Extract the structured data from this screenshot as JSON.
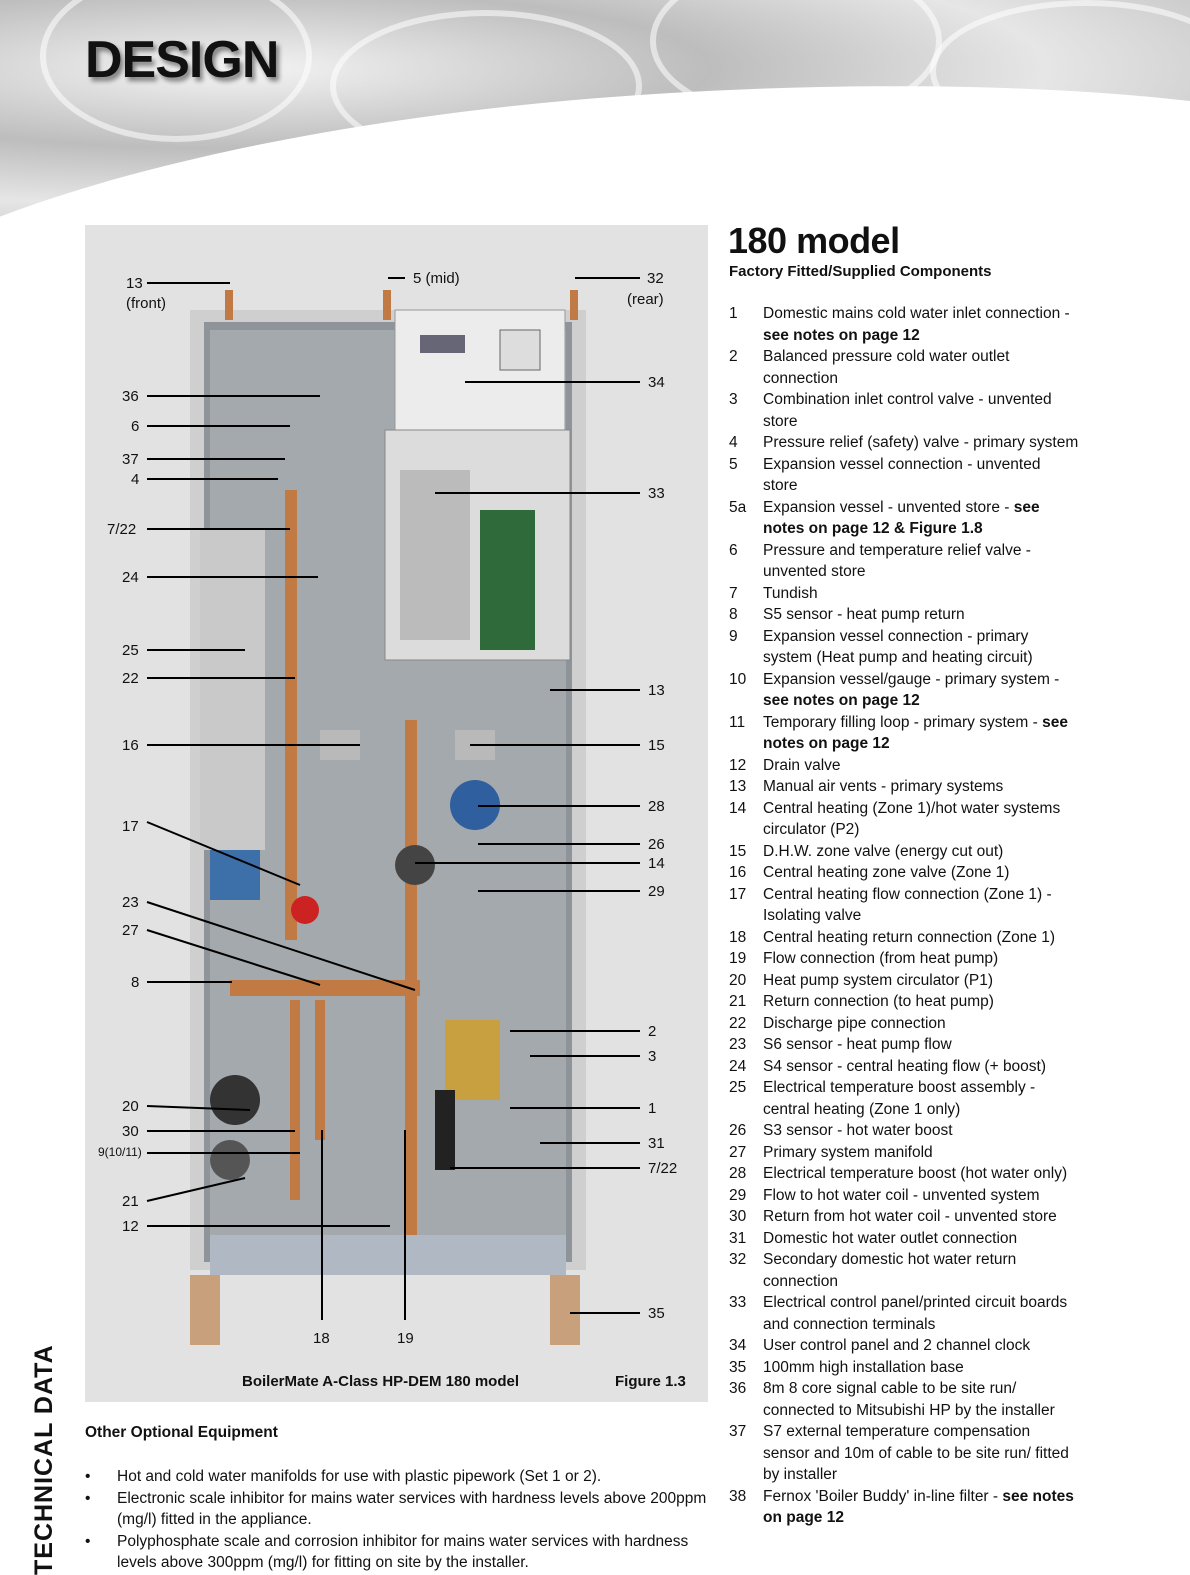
{
  "header": {
    "title": "DESIGN"
  },
  "side_label": "TECHNICAL DATA",
  "figure": {
    "caption": "BoilerMate A-Class HP-DEM 180 model",
    "number": "Figure 1.3",
    "callouts": [
      "13",
      "(front)",
      "5 (mid)",
      "32",
      "(rear)",
      "36",
      "6",
      "37",
      "4",
      "7/22",
      "24",
      "25",
      "22",
      "16",
      "17",
      "23",
      "27",
      "8",
      "20",
      "30",
      "9(10/11)",
      "21",
      "12",
      "18",
      "19",
      "34",
      "33",
      "13",
      "15",
      "28",
      "26",
      "14",
      "29",
      "2",
      "3",
      "1",
      "31",
      "7/22",
      "35"
    ]
  },
  "model": {
    "title": "180 model",
    "subtitle": "Factory Fitted/Supplied Components"
  },
  "components": [
    {
      "n": "1",
      "t": "Domestic mains cold water inlet connection - ",
      "b": "see notes on page 12"
    },
    {
      "n": "2",
      "t": "Balanced pressure cold water outlet connection"
    },
    {
      "n": "3",
      "t": "Combination inlet control valve - unvented store"
    },
    {
      "n": "4",
      "t": "Pressure relief (safety) valve - primary system"
    },
    {
      "n": "5",
      "t": "Expansion vessel connection - unvented store"
    },
    {
      "n": "5a",
      "t": "Expansion vessel - unvented store - ",
      "b": "see notes on page 12 & Figure 1.8"
    },
    {
      "n": "6",
      "t": "Pressure and temperature relief valve - unvented store"
    },
    {
      "n": "7",
      "t": "Tundish"
    },
    {
      "n": "8",
      "t": "S5 sensor - heat pump return"
    },
    {
      "n": "9",
      "t": "Expansion vessel connection - primary system (Heat pump and heating circuit)"
    },
    {
      "n": "10",
      "t": "Expansion vessel/gauge - primary system - ",
      "b": "see notes on page 12"
    },
    {
      "n": "11",
      "t": "Temporary filling loop - primary system - ",
      "b": "see notes on page 12"
    },
    {
      "n": "12",
      "t": "Drain valve"
    },
    {
      "n": "13",
      "t": "Manual air vents - primary systems"
    },
    {
      "n": "14",
      "t": "Central heating (Zone 1)/hot water systems circulator (P2)"
    },
    {
      "n": "15",
      "t": "D.H.W. zone valve (energy cut out)"
    },
    {
      "n": "16",
      "t": "Central heating zone valve (Zone 1)"
    },
    {
      "n": "17",
      "t": "Central heating flow connection (Zone 1) - Isolating valve"
    },
    {
      "n": "18",
      "t": "Central heating return connection (Zone 1)"
    },
    {
      "n": "19",
      "t": "Flow connection (from heat pump)"
    },
    {
      "n": "20",
      "t": "Heat pump system circulator (P1)"
    },
    {
      "n": "21",
      "t": "Return connection (to heat pump)"
    },
    {
      "n": "22",
      "t": "Discharge pipe connection"
    },
    {
      "n": "23",
      "t": "S6 sensor - heat pump flow"
    },
    {
      "n": "24",
      "t": "S4 sensor - central heating flow (+ boost)"
    },
    {
      "n": "25",
      "t": "Electrical temperature boost assembly - central heating (Zone 1 only)"
    },
    {
      "n": "26",
      "t": "S3 sensor - hot water boost"
    },
    {
      "n": "27",
      "t": "Primary system manifold"
    },
    {
      "n": "28",
      "t": "Electrical temperature boost (hot water only)"
    },
    {
      "n": "29",
      "t": "Flow to hot water coil - unvented system"
    },
    {
      "n": "30",
      "t": "Return from hot water coil - unvented store"
    },
    {
      "n": "31",
      "t": "Domestic hot water outlet connection"
    },
    {
      "n": "32",
      "t": "Secondary domestic hot water return connection"
    },
    {
      "n": "33",
      "t": "Electrical control panel/printed circuit boards and connection terminals"
    },
    {
      "n": "34",
      "t": "User control panel and 2 channel clock"
    },
    {
      "n": "35",
      "t": "100mm high installation base"
    },
    {
      "n": "36",
      "t": "8m 8 core signal cable to be site run/ connected to Mitsubishi HP by the installer"
    },
    {
      "n": "37",
      "t": "S7 external temperature compensation sensor and 10m of cable to be site run/ fitted by installer"
    },
    {
      "n": "38",
      "t": "Fernox 'Boiler Buddy' in-line filter - ",
      "b": "see notes on page 12"
    }
  ],
  "optional": {
    "heading": "Other Optional Equipment",
    "bullet": "•",
    "items": [
      "Hot and cold water manifolds for use with plastic pipework (Set 1 or 2).",
      "Electronic scale inhibitor for mains water services with hardness levels above 200ppm (mg/l) fitted in the appliance.",
      "Polyphosphate scale and corrosion inhibitor for mains water services with hardness levels above 300ppm (mg/l) for fitting on site by the installer."
    ]
  }
}
